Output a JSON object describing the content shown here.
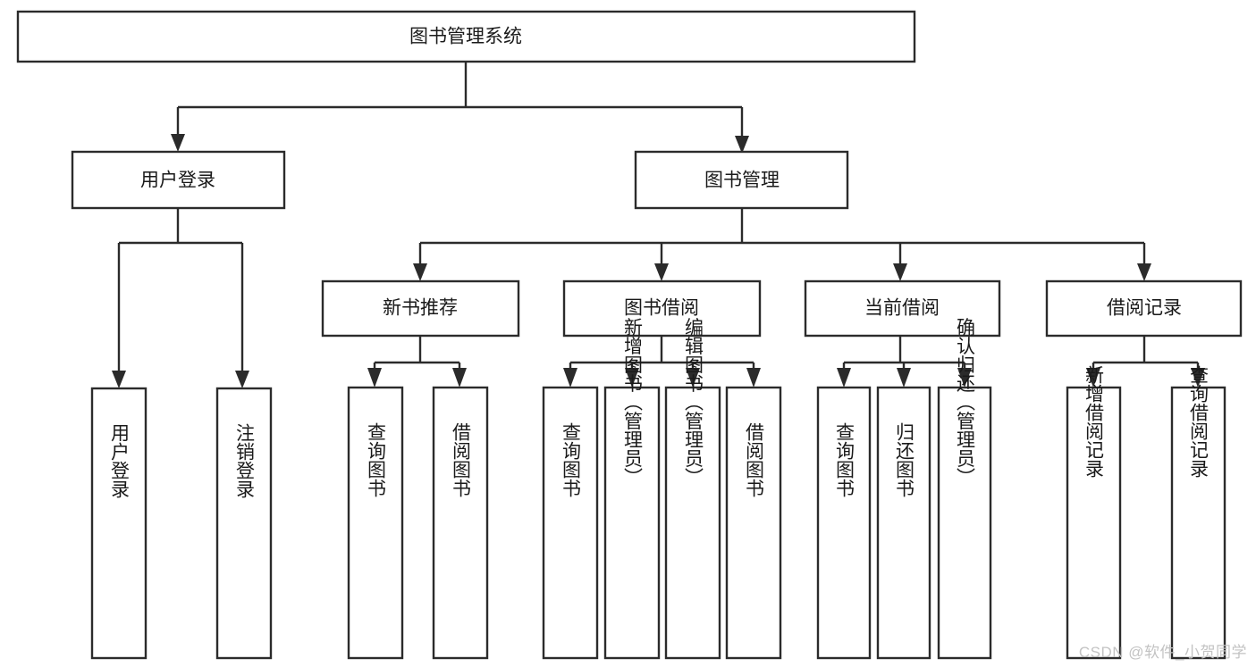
{
  "diagram": {
    "type": "hierarchy-tree",
    "title": "图书管理系统",
    "watermark": "CSDN @软件_小贺同学",
    "colors": {
      "box_stroke": "#2b2b2b",
      "box_fill": "#ffffff",
      "text": "#1a1a1a",
      "background": "#ffffff",
      "watermark": "#c3c3c3"
    },
    "levels": {
      "root": "图书管理系统",
      "level2": [
        "用户登录",
        "图书管理"
      ],
      "level3": [
        "新书推荐",
        "图书借阅",
        "当前借阅",
        "借阅记录"
      ]
    },
    "nodes": {
      "root": {
        "label": "图书管理系统"
      },
      "user_login": {
        "label": "用户登录"
      },
      "book_manage": {
        "label": "图书管理"
      },
      "new_book_rec": {
        "label": "新书推荐"
      },
      "book_borrow": {
        "label": "图书借阅"
      },
      "current_borrow": {
        "label": "当前借阅"
      },
      "borrow_record": {
        "label": "借阅记录"
      },
      "leaf_user_login": {
        "label": "用户登录"
      },
      "leaf_user_logout": {
        "label": "注销登录"
      },
      "leaf_query_book_1": {
        "label": "查询图书"
      },
      "leaf_borrow_book_1": {
        "label": "借阅图书"
      },
      "leaf_query_book_2": {
        "label": "查询图书"
      },
      "leaf_add_book": {
        "label": "新增图书（管理员）"
      },
      "leaf_edit_book": {
        "label": "编辑图书（管理员）"
      },
      "leaf_borrow_book_2": {
        "label": "借阅图书"
      },
      "leaf_query_book_3": {
        "label": "查询图书"
      },
      "leaf_return_book": {
        "label": "归还图书"
      },
      "leaf_confirm_return": {
        "label": "确认归还（管理员）"
      },
      "leaf_add_record": {
        "label": "新增借阅记录"
      },
      "leaf_query_record": {
        "label": "查询借阅记录"
      }
    },
    "edges": [
      {
        "from": "root",
        "to": "user_login"
      },
      {
        "from": "root",
        "to": "book_manage"
      },
      {
        "from": "user_login",
        "to": "leaf_user_login"
      },
      {
        "from": "user_login",
        "to": "leaf_user_logout"
      },
      {
        "from": "book_manage",
        "to": "new_book_rec"
      },
      {
        "from": "book_manage",
        "to": "book_borrow"
      },
      {
        "from": "book_manage",
        "to": "current_borrow"
      },
      {
        "from": "book_manage",
        "to": "borrow_record"
      },
      {
        "from": "new_book_rec",
        "to": "leaf_query_book_1"
      },
      {
        "from": "new_book_rec",
        "to": "leaf_borrow_book_1"
      },
      {
        "from": "book_borrow",
        "to": "leaf_query_book_2"
      },
      {
        "from": "book_borrow",
        "to": "leaf_add_book"
      },
      {
        "from": "book_borrow",
        "to": "leaf_edit_book"
      },
      {
        "from": "book_borrow",
        "to": "leaf_borrow_book_2"
      },
      {
        "from": "current_borrow",
        "to": "leaf_query_book_3"
      },
      {
        "from": "current_borrow",
        "to": "leaf_return_book"
      },
      {
        "from": "current_borrow",
        "to": "leaf_confirm_return"
      },
      {
        "from": "borrow_record",
        "to": "leaf_add_record"
      },
      {
        "from": "borrow_record",
        "to": "leaf_query_record"
      }
    ]
  }
}
